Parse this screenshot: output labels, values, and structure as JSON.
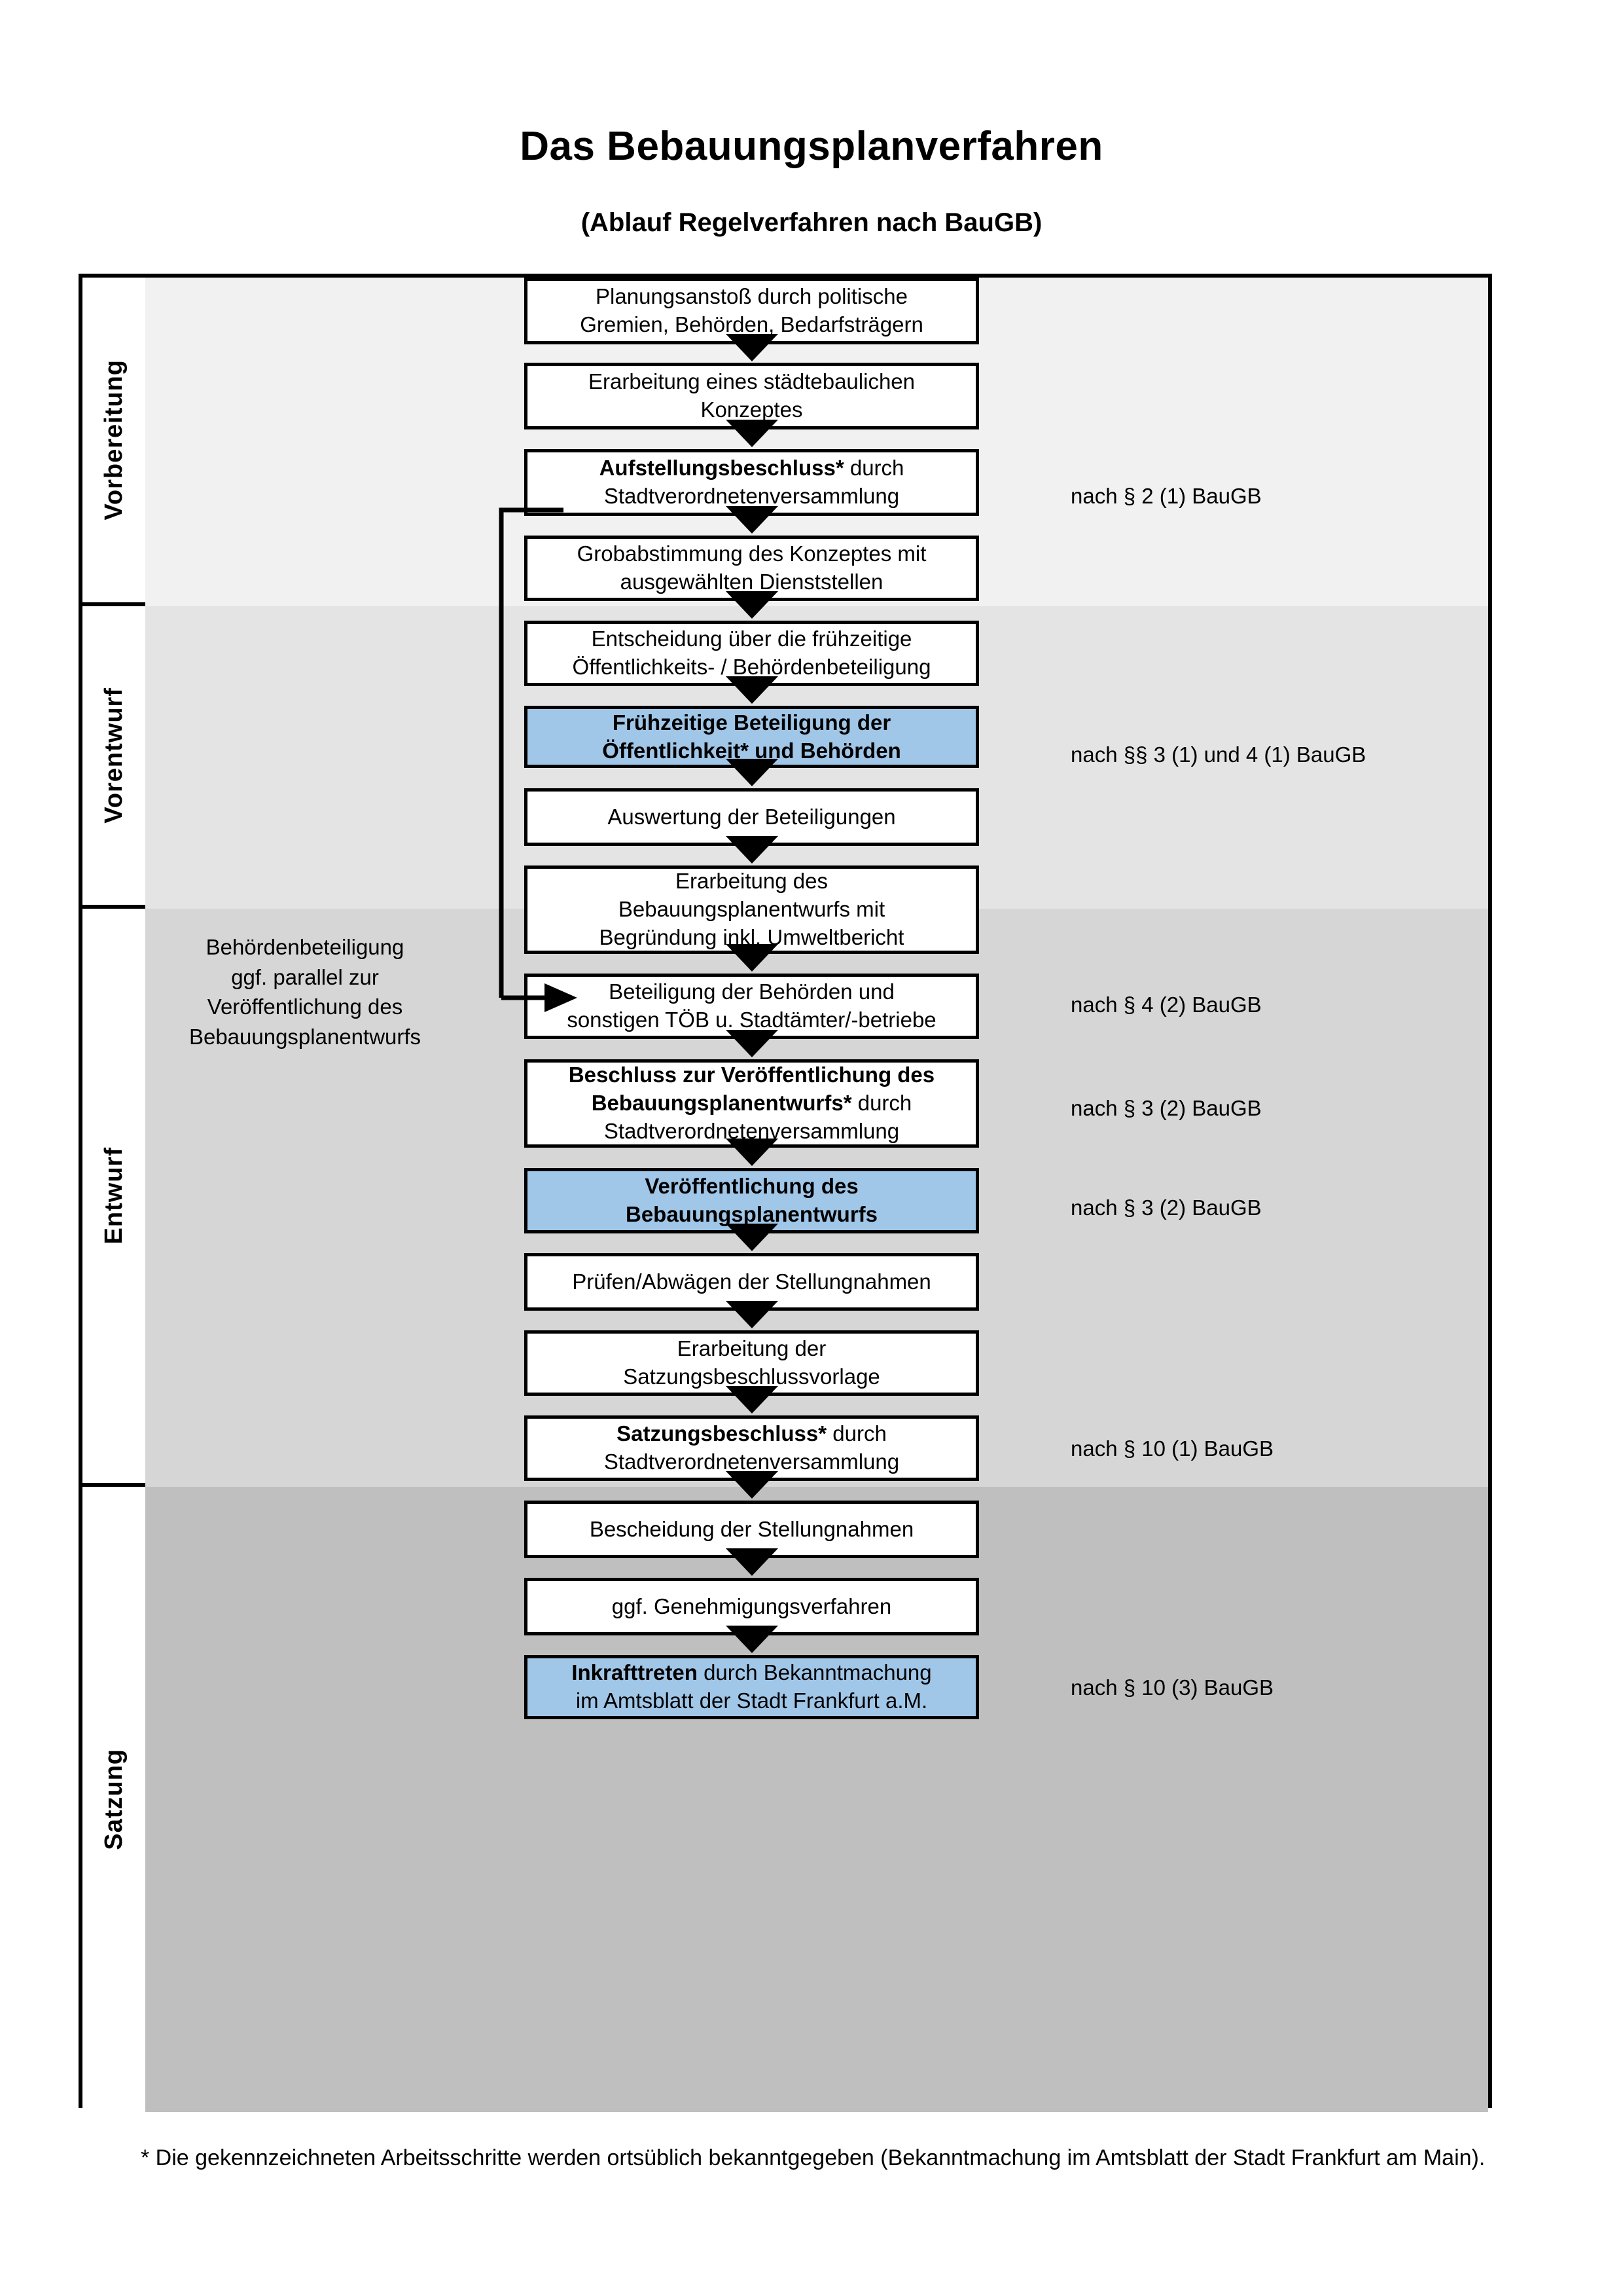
{
  "header": {
    "title": "Das Bebauungsplanverfahren",
    "subtitle": "(Ablauf Regelverfahren nach BauGB)"
  },
  "phases": [
    {
      "id": "vorbereitung",
      "label": "Vorbereitung",
      "band_color": "#f1f1f1"
    },
    {
      "id": "vorentwurf",
      "label": "Vorentwurf",
      "band_color": "#e4e4e4"
    },
    {
      "id": "entwurf",
      "label": "Entwurf",
      "band_color": "#d6d6d6"
    },
    {
      "id": "satzung",
      "label": "Satzung",
      "band_color": "#bfbfbf"
    }
  ],
  "steps": [
    {
      "id": "planungsanstoss",
      "phase": "vorbereitung",
      "highlight": false,
      "lines": [
        "Planungsanstoß durch politische",
        "Gremien, Behörden, Bedarfsträgern"
      ],
      "bold_lines": [
        false,
        false
      ]
    },
    {
      "id": "staedtebauliches-konzept",
      "phase": "vorbereitung",
      "highlight": false,
      "lines": [
        "Erarbeitung eines städtebaulichen",
        "Konzeptes"
      ],
      "bold_lines": [
        false,
        false
      ]
    },
    {
      "id": "aufstellungsbeschluss",
      "phase": "vorbereitung",
      "highlight": false,
      "lines": [
        "Aufstellungsbeschluss* durch",
        "Stadtverordnetenversammlung"
      ],
      "bold_prefix": "Aufstellungsbeschluss*",
      "bold_lines": [
        true,
        false
      ]
    },
    {
      "id": "grobabstimmung",
      "phase": "vorentwurf",
      "highlight": false,
      "lines": [
        "Grobabstimmung des Konzeptes mit",
        "ausgewählten Dienststellen"
      ],
      "bold_lines": [
        false,
        false
      ]
    },
    {
      "id": "entscheidung-fruehzeitige",
      "phase": "vorentwurf",
      "highlight": false,
      "lines": [
        "Entscheidung über die frühzeitige",
        "Öffentlichkeits- / Behördenbeteiligung"
      ],
      "bold_lines": [
        false,
        false
      ]
    },
    {
      "id": "fruehzeitige-beteiligung",
      "phase": "vorentwurf",
      "highlight": true,
      "lines": [
        "Frühzeitige Beteiligung der",
        "Öffentlichkeit* und Behörden"
      ],
      "bold_lines": [
        true,
        true
      ]
    },
    {
      "id": "auswertung-beteiligungen",
      "phase": "entwurf",
      "highlight": false,
      "lines": [
        "Auswertung der Beteiligungen"
      ],
      "bold_lines": [
        false
      ]
    },
    {
      "id": "erarbeitung-bplanentwurf",
      "phase": "entwurf",
      "highlight": false,
      "lines": [
        "Erarbeitung des",
        "Bebauungsplanentwurfs mit",
        "Begründung inkl. Umweltbericht"
      ],
      "bold_lines": [
        false,
        false,
        false
      ]
    },
    {
      "id": "beteiligung-behoerden-toeb",
      "phase": "entwurf",
      "highlight": false,
      "lines": [
        "Beteiligung der Behörden und",
        "sonstigen TÖB u. Stadtämter/-betriebe"
      ],
      "bold_lines": [
        false,
        false
      ]
    },
    {
      "id": "beschluss-veroeffentlichung",
      "phase": "entwurf",
      "highlight": false,
      "lines": [
        "Beschluss zur Veröffentlichung des",
        "Bebauungsplanentwurfs* durch",
        "Stadtverordnetenversammlung"
      ],
      "bold_lines": [
        true,
        true,
        false
      ],
      "bold_prefix_line2": "Bebauungsplanentwurfs*"
    },
    {
      "id": "veroeffentlichung-bplanentwurf",
      "phase": "entwurf",
      "highlight": true,
      "lines": [
        "Veröffentlichung des",
        "Bebauungsplanentwurfs"
      ],
      "bold_lines": [
        true,
        true
      ]
    },
    {
      "id": "pruefen-abwaegen",
      "phase": "satzung",
      "highlight": false,
      "lines": [
        "Prüfen/Abwägen der Stellungnahmen"
      ],
      "bold_lines": [
        false
      ]
    },
    {
      "id": "erarbeitung-satzungsbeschlussvorlage",
      "phase": "satzung",
      "highlight": false,
      "lines": [
        "Erarbeitung der",
        "Satzungsbeschlussvorlage"
      ],
      "bold_lines": [
        false,
        false
      ]
    },
    {
      "id": "satzungsbeschluss",
      "phase": "satzung",
      "highlight": false,
      "lines": [
        "Satzungsbeschluss* durch",
        "Stadtverordnetenversammlung"
      ],
      "bold_prefix": "Satzungsbeschluss*",
      "bold_lines": [
        true,
        false
      ]
    },
    {
      "id": "bescheidung-stellungnahmen",
      "phase": "satzung",
      "highlight": false,
      "lines": [
        "Bescheidung der Stellungnahmen"
      ],
      "bold_lines": [
        false
      ]
    },
    {
      "id": "genehmigungsverfahren",
      "phase": "satzung",
      "highlight": false,
      "lines": [
        "ggf. Genehmigungsverfahren"
      ],
      "bold_lines": [
        false
      ]
    },
    {
      "id": "inkrafttreten",
      "phase": "satzung",
      "highlight": true,
      "lines": [
        "Inkrafttreten durch Bekanntmachung",
        "im Amtsblatt der Stadt Frankfurt a.M."
      ],
      "bold_prefix": "Inkrafttreten",
      "bold_lines": [
        true,
        false
      ]
    }
  ],
  "side_note": {
    "lines": [
      "Behördenbeteiligung",
      "ggf. parallel zur",
      "Veröffentlichung des",
      "Bebauungsplanentwurfs"
    ]
  },
  "legal_refs": [
    {
      "id": "ref-par2-1",
      "text": "nach § 2 (1) BauGB"
    },
    {
      "id": "ref-par3-1-4-1",
      "text": "nach §§ 3 (1) und 4 (1) BauGB"
    },
    {
      "id": "ref-par4-2",
      "text": "nach § 4 (2) BauGB"
    },
    {
      "id": "ref-par3-2-a",
      "text": "nach § 3 (2) BauGB"
    },
    {
      "id": "ref-par3-2-b",
      "text": "nach § 3 (2) BauGB"
    },
    {
      "id": "ref-par10-1",
      "text": "nach § 10 (1) BauGB"
    },
    {
      "id": "ref-par10-3",
      "text": "nach § 10 (3) BauGB"
    }
  ],
  "footnote": {
    "text": "* Die gekennzeichneten Arbeitsschritte werden ortsüblich bekanntgegeben (Bekanntmachung im Amtsblatt  der Stadt Frankfurt am Main)."
  },
  "colors": {
    "highlight_blue": "#a0c6e8",
    "border_black": "#000000",
    "band1": "#f1f1f1",
    "band2": "#e4e4e4",
    "band3": "#d6d6d6",
    "band4": "#bfbfbf"
  }
}
